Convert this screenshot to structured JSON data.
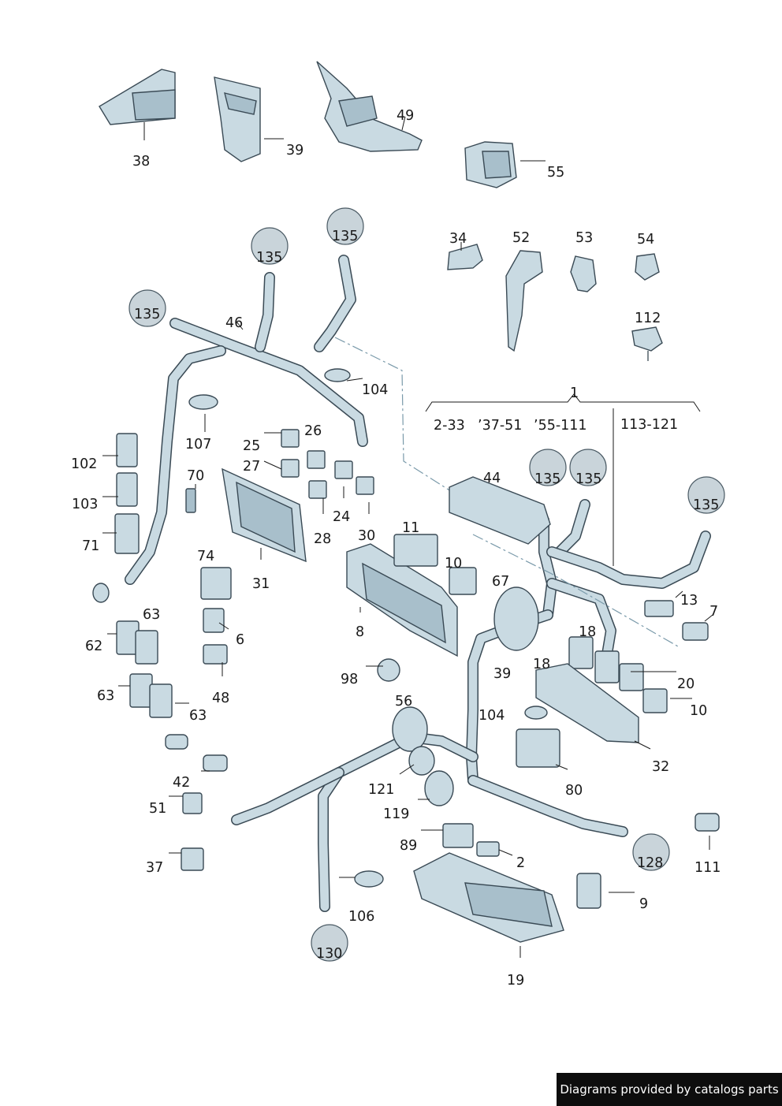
{
  "callouts": [
    "38",
    "39",
    "49",
    "55",
    "34",
    "52",
    "53",
    "54",
    "112",
    "1",
    "2-33",
    "’37-51",
    "’55-111",
    "113-121",
    "46",
    "104",
    "107",
    "25",
    "26",
    "27",
    "102",
    "103",
    "71",
    "70",
    "24",
    "28",
    "30",
    "31",
    "11",
    "10",
    "44",
    "67",
    "74",
    "63",
    "62",
    "6",
    "48",
    "8",
    "98",
    "56",
    "42",
    "51",
    "37",
    "121",
    "119",
    "89",
    "2",
    "19",
    "9",
    "128",
    "111",
    "32",
    "80",
    "18",
    "20",
    "13",
    "7",
    "106",
    "130"
  ],
  "ref_circles": [
    "135",
    "135",
    "135",
    "135",
    "135",
    "135",
    "128",
    "130"
  ],
  "footer": {
    "credit": "Diagrams provided by catalogs parts"
  }
}
